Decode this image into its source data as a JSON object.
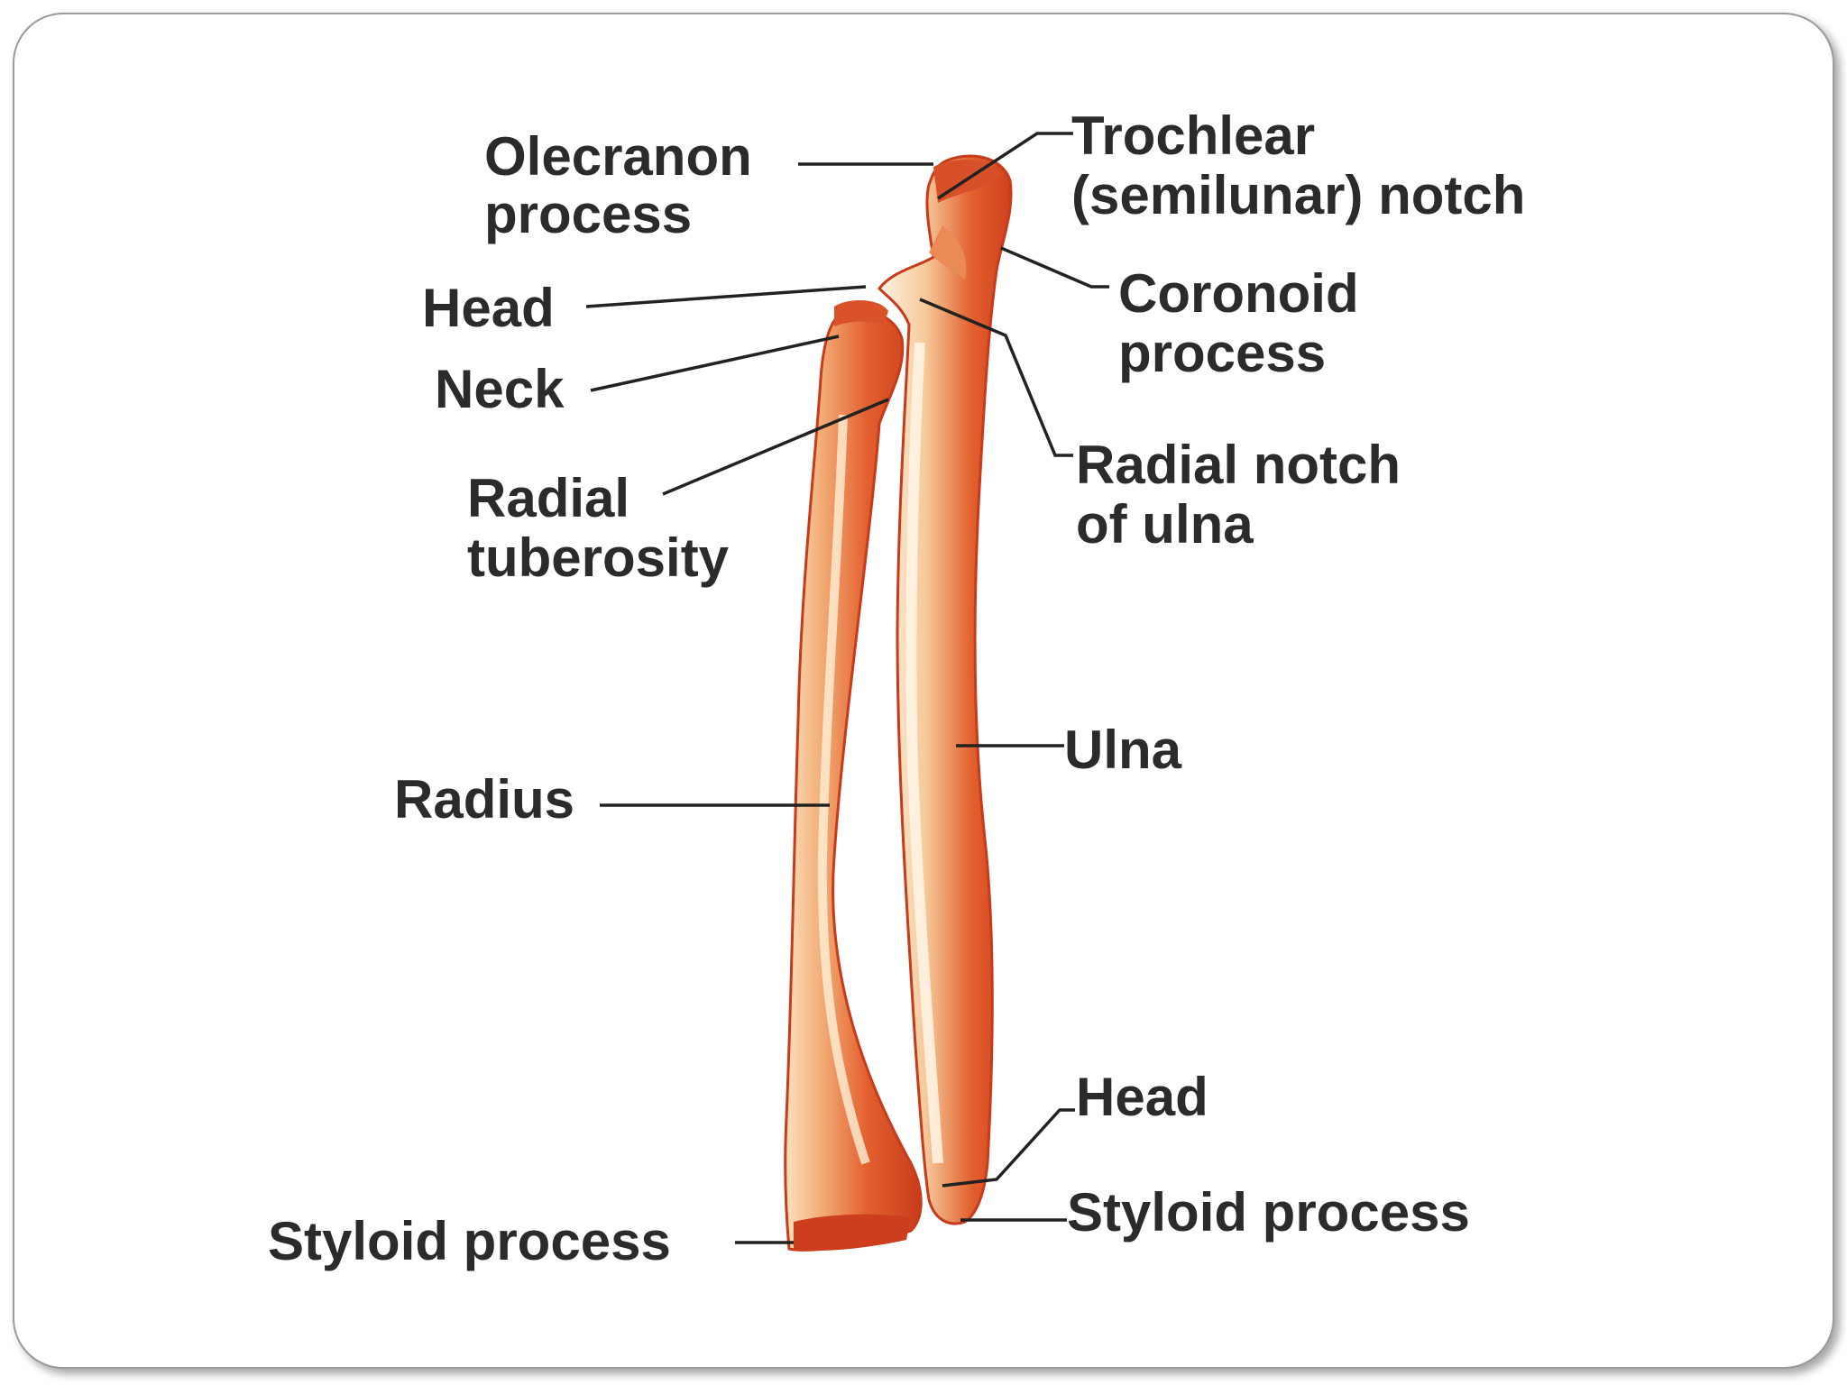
{
  "colors": {
    "bone_dark": "#d2401f",
    "bone_mid": "#e8703f",
    "bone_light": "#fbe3c4",
    "text": "#2b2b2b"
  },
  "labels": {
    "olecranon_line1": "Olecranon",
    "olecranon_line2": "process",
    "trochlear_line1": "Trochlear",
    "trochlear_line2": "(semilunar) notch",
    "head_top": "Head",
    "coronoid_line1": "Coronoid",
    "coronoid_line2": "process",
    "neck": "Neck",
    "radial_notch_line1": "Radial notch",
    "radial_notch_line2": "of ulna",
    "radial_tuberosity_line1": "Radial",
    "radial_tuberosity_line2": "tuberosity",
    "ulna": "Ulna",
    "radius": "Radius",
    "head_bottom": "Head",
    "styloid_left": "Styloid process",
    "styloid_right": "Styloid process"
  }
}
